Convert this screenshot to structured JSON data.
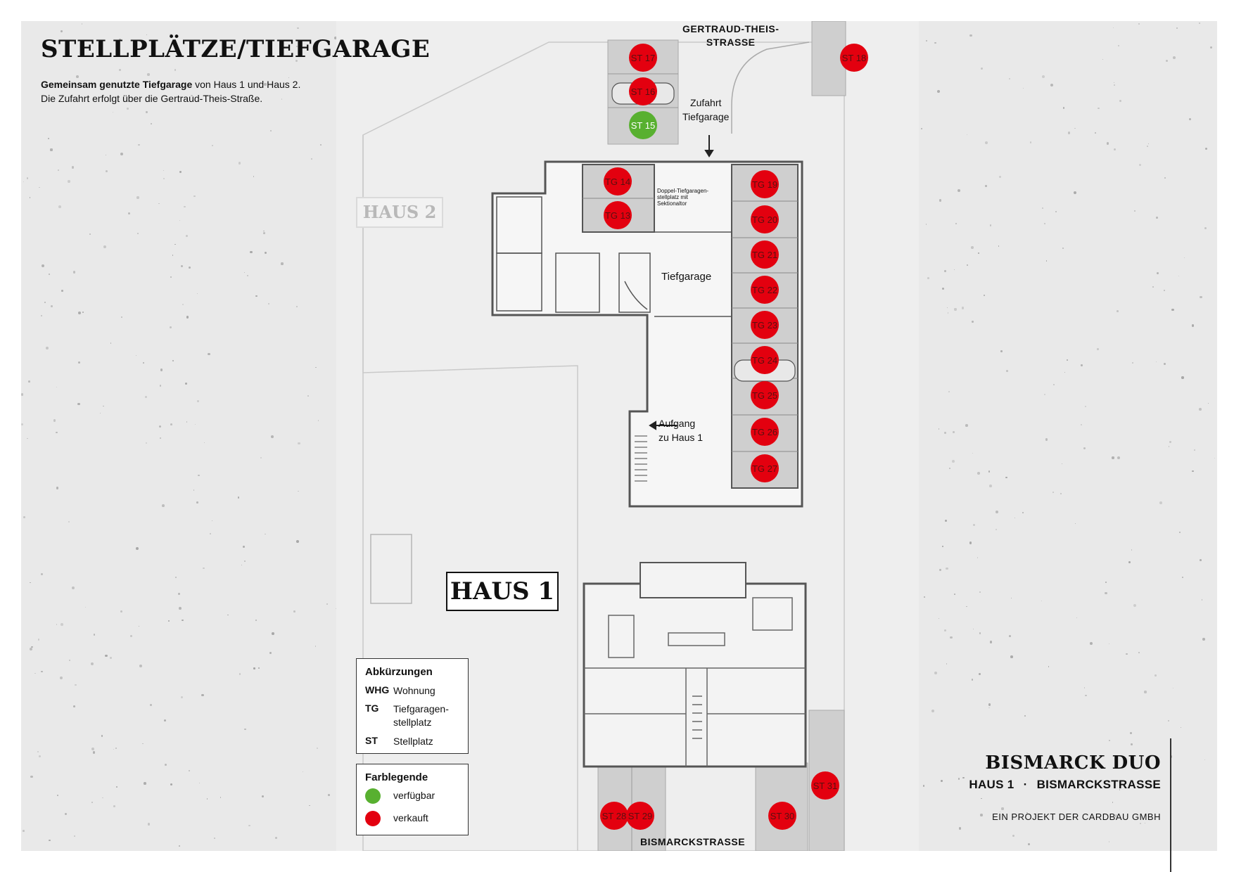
{
  "title": "STELLPLÄTZE/TIEFGARAGE",
  "subtitle": {
    "line1_bold": "Gemeinsam genutzte Tiefgarage",
    "line1_rest": " von Haus 1 und Haus 2.",
    "line2": "Die Zufahrt erfolgt über die Gertraud-Theis-Straße."
  },
  "plan": {
    "street_top_line1": "GERTRAUD-THEIS-",
    "street_top_line2": "STRASSE",
    "street_bottom": "BISMARCKSTRASSE",
    "house2_label": "HAUS 2",
    "house1_label": "HAUS 1",
    "zufahrt_line1": "Zufahrt",
    "zufahrt_line2": "Tiefgarage",
    "doppel_line1": "Doppel-Tiefgaragen-",
    "doppel_line2": "stellplatz mit",
    "doppel_line3": "Sektionaltor",
    "tiefgarage_label": "Tiefgarage",
    "aufgang_line1": "Aufgang",
    "aufgang_line2": "zu Haus 1"
  },
  "spots": [
    {
      "label": "ST 17",
      "status": "verkauft"
    },
    {
      "label": "ST 16",
      "status": "verkauft"
    },
    {
      "label": "ST 15",
      "status": "verfügbar"
    },
    {
      "label": "ST 18",
      "status": "verkauft"
    },
    {
      "label": "TG 14",
      "status": "verkauft"
    },
    {
      "label": "TG 13",
      "status": "verkauft"
    },
    {
      "label": "TG 19",
      "status": "verkauft"
    },
    {
      "label": "TG 20",
      "status": "verkauft"
    },
    {
      "label": "TG 21",
      "status": "verkauft"
    },
    {
      "label": "TG 22",
      "status": "verkauft"
    },
    {
      "label": "TG 23",
      "status": "verkauft"
    },
    {
      "label": "TG 24",
      "status": "verkauft"
    },
    {
      "label": "TG 25",
      "status": "verkauft"
    },
    {
      "label": "TG 26",
      "status": "verkauft"
    },
    {
      "label": "TG 27",
      "status": "verkauft"
    },
    {
      "label": "ST 28",
      "status": "verkauft"
    },
    {
      "label": "ST 29",
      "status": "verkauft"
    },
    {
      "label": "ST 30",
      "status": "verkauft"
    },
    {
      "label": "ST 31",
      "status": "verkauft"
    }
  ],
  "colors": {
    "verkauft": "#e3000f",
    "verfuegbar": "#58b030"
  },
  "legend_abbr": {
    "title": "Abkürzungen",
    "items": [
      {
        "abbr": "WHG",
        "text": "Wohnung"
      },
      {
        "abbr": "TG",
        "text": "Tiefgaragen-stellplatz"
      },
      {
        "abbr": "ST",
        "text": "Stellplatz"
      }
    ]
  },
  "legend_color": {
    "title": "Farblegende",
    "available": "verfügbar",
    "sold": "verkauft"
  },
  "brand": {
    "name": "BISMARCK DUO",
    "house_left": "HAUS 1",
    "separator": "·",
    "house_right": "BISMARCKSTRASSE",
    "project": "EIN PROJEKT DER CARDBAU GMBH"
  }
}
